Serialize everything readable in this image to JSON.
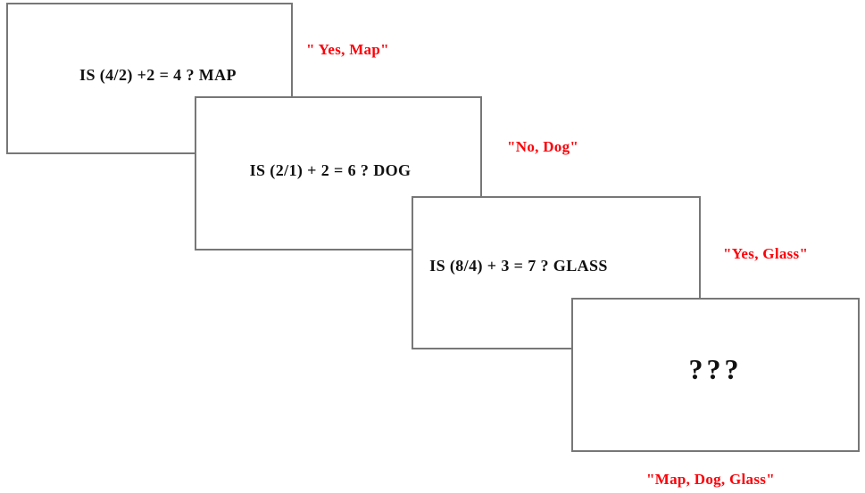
{
  "diagram": {
    "cards": [
      {
        "equation": "IS (4/2) +2 = 4 ? MAP",
        "response": "\" Yes, Map\""
      },
      {
        "equation": "IS (2/1) + 2 = 6 ? DOG",
        "response": "\"No, Dog\""
      },
      {
        "equation": "IS (8/4) + 3 = 7 ? GLASS",
        "response": "\"Yes, Glass\""
      },
      {
        "equation": "???",
        "response": "\"Map, Dog, Glass\""
      }
    ],
    "colors": {
      "response_text": "#fb0007",
      "card_border": "#777777",
      "equation_text": "#111111",
      "background": "#ffffff"
    }
  }
}
